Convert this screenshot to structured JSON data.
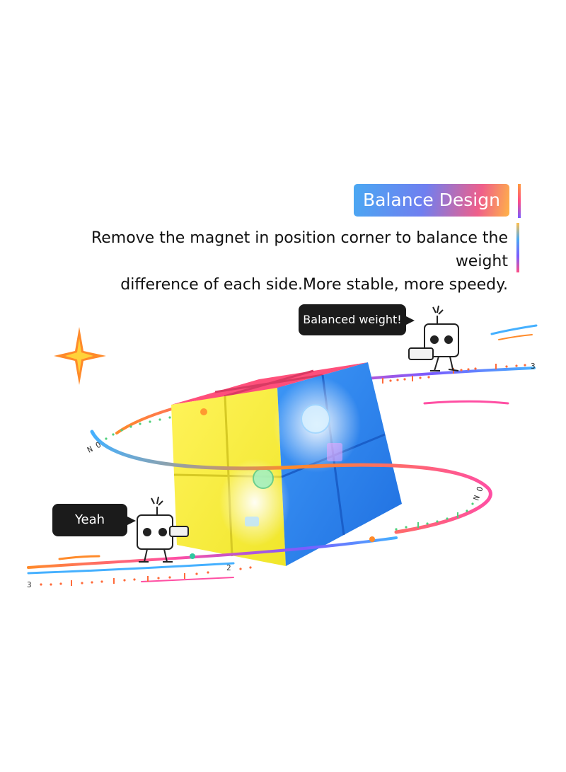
{
  "banner": {
    "title": "Balance Design",
    "description_line1": "Remove the magnet in position corner to balance the weight",
    "description_line2": "difference of each side.More stable, more speedy."
  },
  "callouts": {
    "top": "Balanced weight!",
    "bottom": "Yeah"
  },
  "ruler_marks": {
    "right_end": "3",
    "left_end": "3",
    "mid": "2",
    "orbit_left": "N O",
    "orbit_right": "N O"
  },
  "colors": {
    "face_top": "#ff4f7a",
    "face_front": "#f6ef3a",
    "face_side": "#2f87f0",
    "accent_orange": "#ff8a2a",
    "accent_pink": "#ff4fa3",
    "accent_blue": "#45b0ff"
  },
  "icons": [
    "sparkle-star-icon",
    "cube-mascot-icon",
    "fuse-spark-icon"
  ]
}
